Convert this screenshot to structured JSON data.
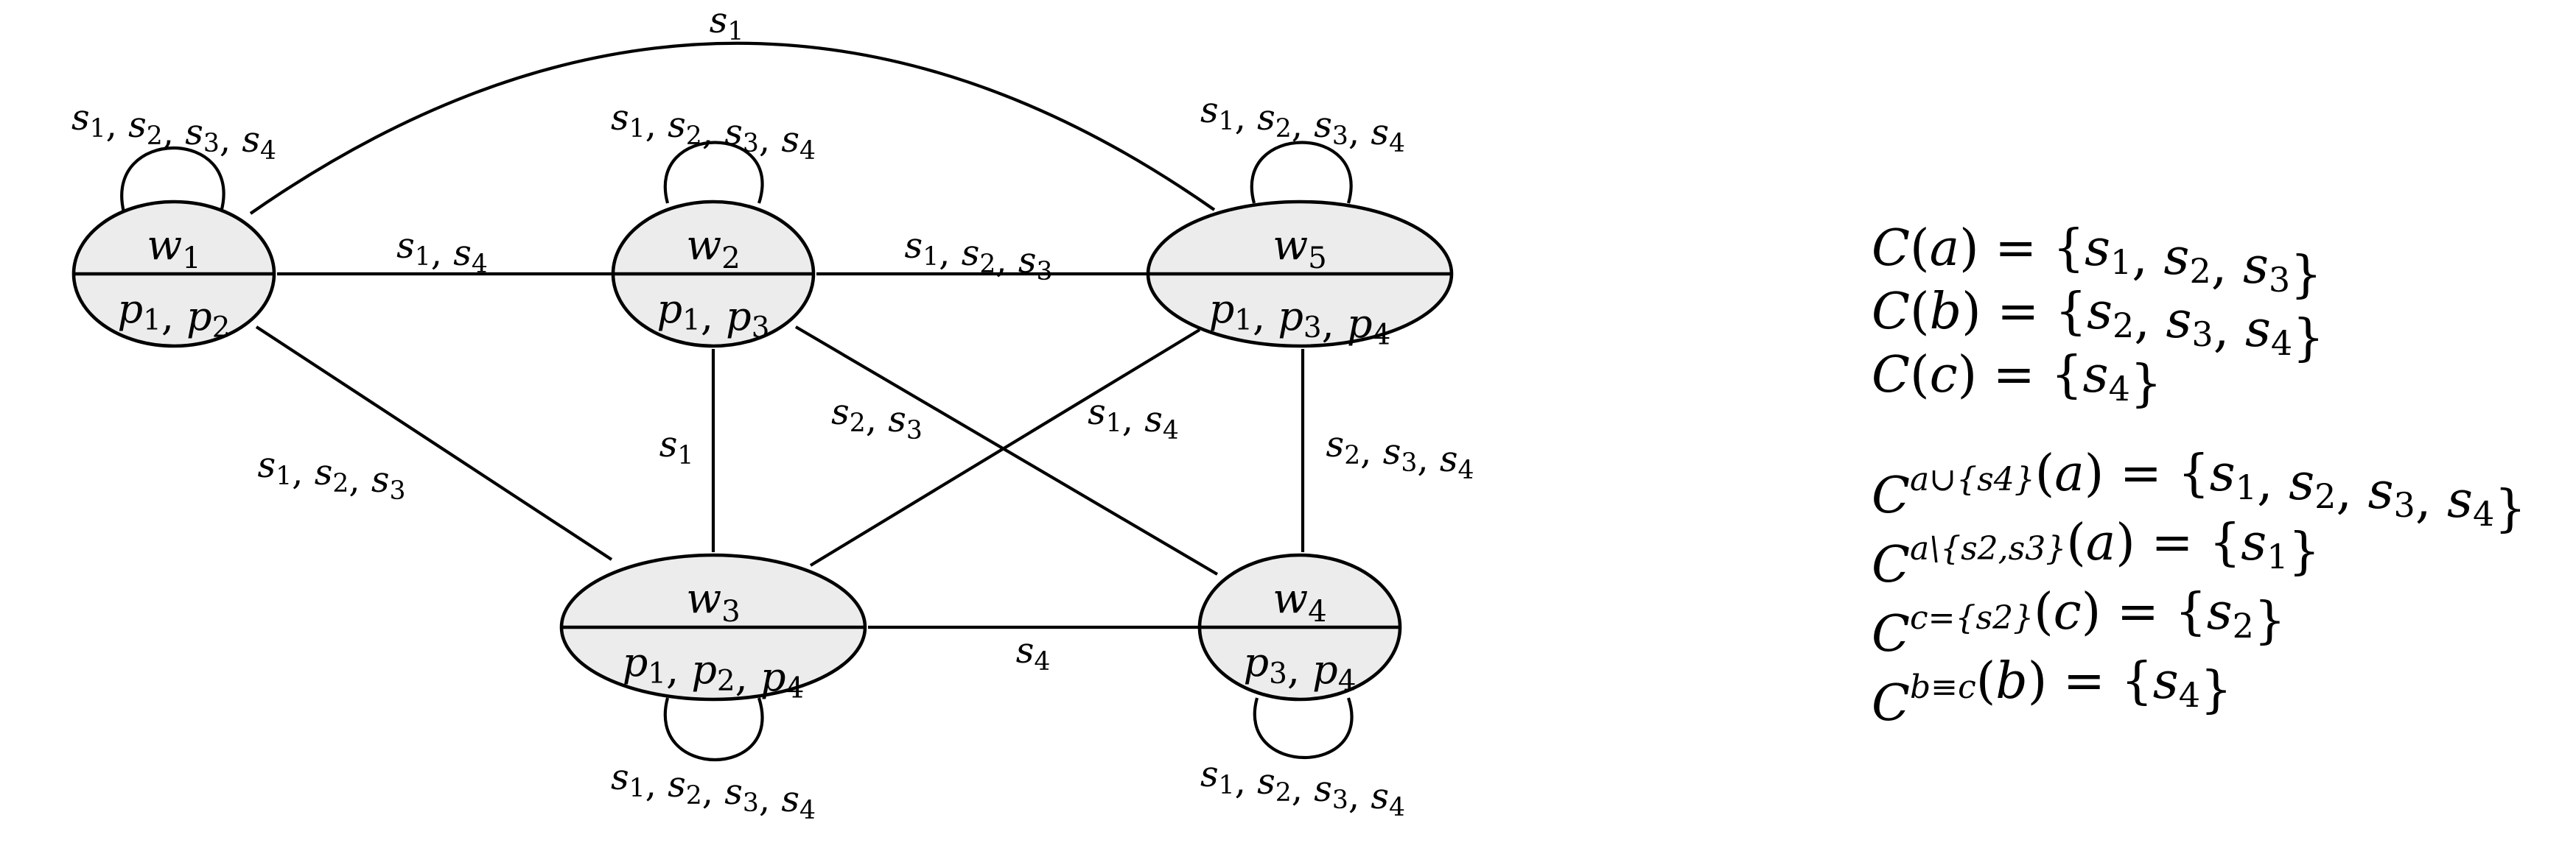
{
  "nodes": [
    {
      "id": "w1",
      "name": "w",
      "sub": "1",
      "props": [
        [
          "p",
          "1"
        ],
        [
          "p",
          "2"
        ]
      ]
    },
    {
      "id": "w2",
      "name": "w",
      "sub": "2",
      "props": [
        [
          "p",
          "1"
        ],
        [
          "p",
          "3"
        ]
      ]
    },
    {
      "id": "w3",
      "name": "w",
      "sub": "3",
      "props": [
        [
          "p",
          "1"
        ],
        [
          "p",
          "2"
        ],
        [
          "p",
          "4"
        ]
      ]
    },
    {
      "id": "w4",
      "name": "w",
      "sub": "4",
      "props": [
        [
          "p",
          "3"
        ],
        [
          "p",
          "4"
        ]
      ]
    },
    {
      "id": "w5",
      "name": "w",
      "sub": "5",
      "props": [
        [
          "p",
          "1"
        ],
        [
          "p",
          "3"
        ],
        [
          "p",
          "4"
        ]
      ]
    }
  ],
  "edges": [
    {
      "id": "w1-w5",
      "from": "w1",
      "to": "w5",
      "label": [
        [
          "s",
          "1"
        ]
      ]
    },
    {
      "id": "w1-w2",
      "from": "w1",
      "to": "w2",
      "label": [
        [
          "s",
          "1"
        ],
        [
          "s",
          "4"
        ]
      ]
    },
    {
      "id": "w2-w5",
      "from": "w2",
      "to": "w5",
      "label": [
        [
          "s",
          "1"
        ],
        [
          "s",
          "2"
        ],
        [
          "s",
          "3"
        ]
      ]
    },
    {
      "id": "w1-w3",
      "from": "w1",
      "to": "w3",
      "label": [
        [
          "s",
          "1"
        ],
        [
          "s",
          "2"
        ],
        [
          "s",
          "3"
        ]
      ]
    },
    {
      "id": "w2-w3",
      "from": "w2",
      "to": "w3",
      "label": [
        [
          "s",
          "1"
        ]
      ]
    },
    {
      "id": "w2-w4",
      "from": "w2",
      "to": "w4",
      "label": [
        [
          "s",
          "2"
        ],
        [
          "s",
          "3"
        ]
      ]
    },
    {
      "id": "w5-w3",
      "from": "w5",
      "to": "w3",
      "label": [
        [
          "s",
          "1"
        ],
        [
          "s",
          "4"
        ]
      ]
    },
    {
      "id": "w5-w4",
      "from": "w5",
      "to": "w4",
      "label": [
        [
          "s",
          "2"
        ],
        [
          "s",
          "3"
        ],
        [
          "s",
          "4"
        ]
      ]
    },
    {
      "id": "w3-w4",
      "from": "w3",
      "to": "w4",
      "label": [
        [
          "s",
          "4"
        ]
      ]
    }
  ],
  "loops": [
    {
      "node": "w1",
      "label": [
        [
          "s",
          "1"
        ],
        [
          "s",
          "2"
        ],
        [
          "s",
          "3"
        ],
        [
          "s",
          "4"
        ]
      ]
    },
    {
      "node": "w2",
      "label": [
        [
          "s",
          "1"
        ],
        [
          "s",
          "2"
        ],
        [
          "s",
          "3"
        ],
        [
          "s",
          "4"
        ]
      ]
    },
    {
      "node": "w5",
      "label": [
        [
          "s",
          "1"
        ],
        [
          "s",
          "2"
        ],
        [
          "s",
          "3"
        ],
        [
          "s",
          "4"
        ]
      ]
    },
    {
      "node": "w3",
      "label": [
        [
          "s",
          "1"
        ],
        [
          "s",
          "2"
        ],
        [
          "s",
          "3"
        ],
        [
          "s",
          "4"
        ]
      ]
    },
    {
      "node": "w4",
      "label": [
        [
          "s",
          "1"
        ],
        [
          "s",
          "2"
        ],
        [
          "s",
          "3"
        ],
        [
          "s",
          "4"
        ]
      ]
    }
  ],
  "equations_group1": [
    {
      "func": "C",
      "sup": "",
      "arg": "a",
      "set": [
        [
          "s",
          "1"
        ],
        [
          "s",
          "2"
        ],
        [
          "s",
          "3"
        ]
      ]
    },
    {
      "func": "C",
      "sup": "",
      "arg": "b",
      "set": [
        [
          "s",
          "2"
        ],
        [
          "s",
          "3"
        ],
        [
          "s",
          "4"
        ]
      ]
    },
    {
      "func": "C",
      "sup": "",
      "arg": "c",
      "set": [
        [
          "s",
          "4"
        ]
      ]
    }
  ],
  "equations_group2": [
    {
      "func": "C",
      "sup": "a∪{s4}",
      "arg": "a",
      "set": [
        [
          "s",
          "1"
        ],
        [
          "s",
          "2"
        ],
        [
          "s",
          "3"
        ],
        [
          "s",
          "4"
        ]
      ]
    },
    {
      "func": "C",
      "sup": "a\\{s2,s3}",
      "arg": "a",
      "set": [
        [
          "s",
          "1"
        ]
      ]
    },
    {
      "func": "C",
      "sup": "c={s2}",
      "arg": "c",
      "set": [
        [
          "s",
          "2"
        ]
      ]
    },
    {
      "func": "C",
      "sup": "b≡c",
      "arg": "b",
      "set": [
        [
          "s",
          "4"
        ]
      ]
    }
  ]
}
